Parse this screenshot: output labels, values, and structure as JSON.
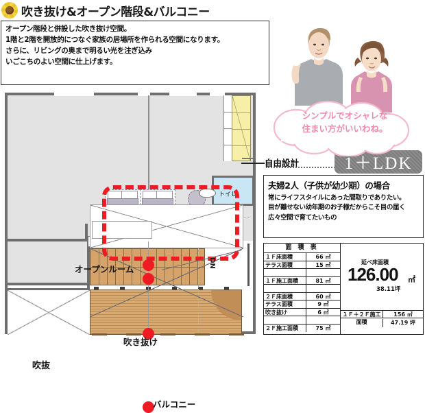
{
  "header": {
    "icon": "sunflower-icon",
    "title": "吹き抜け&オープン階段&バルコニー"
  },
  "description": {
    "lines": [
      "オープン階段と併設した吹き抜け空間。",
      "1階と2階を開放的につなぐ家族の居場所を作られる空間になります。",
      "さらに、リビングの奥まで明るい光を注ぎ込み",
      "いごこちのよい空間に仕上げます。"
    ]
  },
  "floorplan": {
    "labels": {
      "open_room": "オープンルーム",
      "atrium": "吹き抜け",
      "balcony": "バルコニー",
      "void": "吹抜",
      "toilet": "トイレ",
      "stair_direction": "DN"
    },
    "highlight_color": "#ec1c24",
    "marker_color": "#ee1b22"
  },
  "speech_bubble": {
    "line1": "シンプルでオシャレな",
    "line2": "住まい方がいいわね。",
    "color": "#f08aab"
  },
  "plan_type": {
    "free_design": "自由設計",
    "badge": "1＋LDK"
  },
  "case": {
    "title": "夫婦2人（子供が幼少期）の場合",
    "lines": [
      "常にライフスタイルにあった間取りでありたい。",
      "目が離せない幼年期のお子様だからこそ目の届く",
      "広々空間で育てたいもの"
    ]
  },
  "area_table": {
    "header": "面 積 表",
    "rows": [
      {
        "name": "１Ｆ床面積",
        "value": "66 ㎡"
      },
      {
        "name": "テラス面積",
        "value": "15 ㎡"
      },
      {
        "name": "",
        "value": ""
      },
      {
        "name": "１Ｆ施工面積",
        "value": "81 ㎡"
      },
      {
        "name": "",
        "value": ""
      },
      {
        "name": "２Ｆ床面積",
        "value": "60 ㎡"
      },
      {
        "name": "テラス面積",
        "value": "9 ㎡"
      },
      {
        "name": "吹き抜け",
        "value": "6 ㎡"
      },
      {
        "name": "",
        "value": ""
      },
      {
        "name": "２Ｆ施工面積",
        "value": "75 ㎡"
      }
    ],
    "total": {
      "label": "延べ床面積",
      "value": "126.00",
      "unit": "㎡",
      "tsubo": "38.11坪"
    },
    "summary": {
      "name": "１Ｆ＋２Ｆ施工面積",
      "value": "156 ㎡",
      "tsubo": "47.19 坪"
    }
  }
}
